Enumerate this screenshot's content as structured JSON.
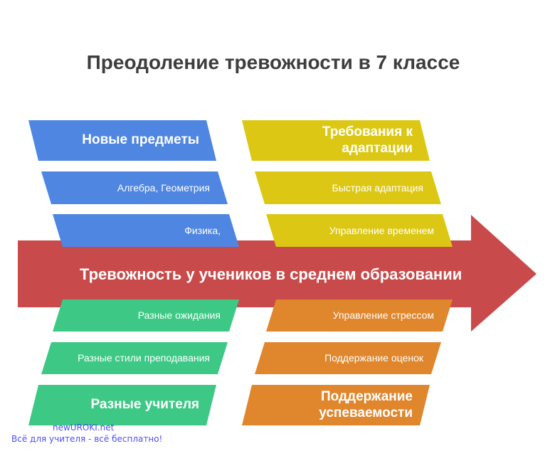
{
  "title": "Преодоление тревожности в 7 классе",
  "spine": {
    "label": "Тревожность у учеников в среднем образовании",
    "color": "#c94a4a"
  },
  "colors": {
    "blue": "#4f86e2",
    "yellow": "#dcc814",
    "green": "#3dc985",
    "orange": "#e0862c"
  },
  "branches": {
    "top_left": {
      "head": "Новые предметы",
      "items": [
        "Алгебра, Геометрия",
        "Физика,"
      ]
    },
    "top_right": {
      "head": "Требования к адаптации",
      "items": [
        "Быстрая адаптация",
        "Управление временем"
      ]
    },
    "bottom_left": {
      "items": [
        "Разные ожидания",
        "Разные стили преподавания"
      ],
      "head": "Разные учителя"
    },
    "bottom_right": {
      "items": [
        "Управление стрессом",
        "Поддержание оценок"
      ],
      "head": "Поддержание успеваемости"
    }
  },
  "watermark": {
    "site": "newUROKI.net",
    "slogan": "Всё для учителя - всё бесплатно!"
  }
}
